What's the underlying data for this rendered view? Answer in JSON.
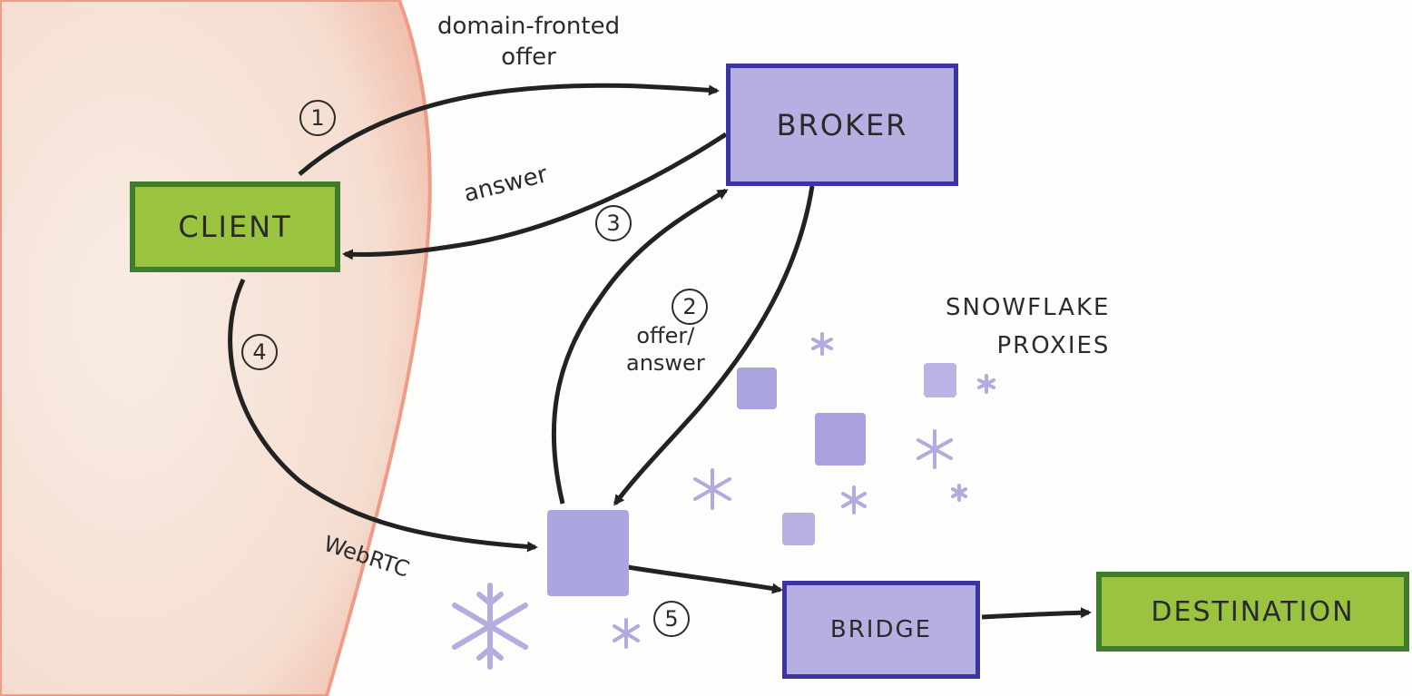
{
  "nodes": {
    "client": "CLIENT",
    "broker": "BROKER",
    "bridge": "BRIDGE",
    "destination": "DESTINATION"
  },
  "labels": {
    "step1": "domain-fronted\noffer",
    "step2": "offer/\nanswer",
    "step3": "answer",
    "step4": "WebRTC",
    "proxies": "SNOWFLAKE\nPROXIES"
  },
  "steps": [
    "1",
    "2",
    "3",
    "4",
    "5"
  ],
  "colors": {
    "client_fill": "#9ac43f",
    "client_border": "#3f7d2a",
    "proxy_fill": "#b6b0e2",
    "proxy_border": "#3a35a0",
    "censored_region": "#f4d9cc"
  }
}
